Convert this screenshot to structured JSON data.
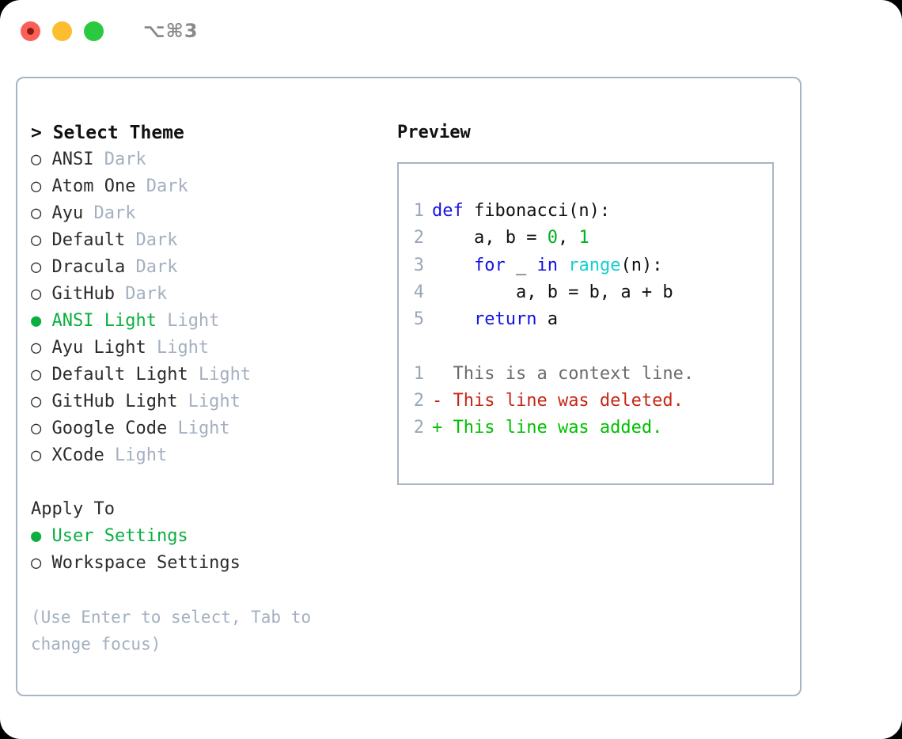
{
  "window": {
    "traffic_lights": [
      "close",
      "minimize",
      "maximize"
    ],
    "shortcut": "⌥⌘3"
  },
  "colors": {
    "accent_green": "#0aaf3f",
    "muted": "#a4b0c0",
    "border": "#a9b4c4",
    "keyword_blue": "#1414e0",
    "builtin_cyan": "#15cfcf",
    "number_green": "#00b020",
    "diff_delete_red": "#c72716",
    "diff_add_green": "#00c000",
    "context_gray": "#6b6b6b"
  },
  "theme_selector": {
    "heading": "> Select Theme",
    "options": [
      {
        "marker": "○",
        "name": "ANSI",
        "category": "Dark",
        "selected": false
      },
      {
        "marker": "○",
        "name": "Atom One",
        "category": "Dark",
        "selected": false
      },
      {
        "marker": "○",
        "name": "Ayu",
        "category": "Dark",
        "selected": false
      },
      {
        "marker": "○",
        "name": "Default",
        "category": "Dark",
        "selected": false
      },
      {
        "marker": "○",
        "name": "Dracula",
        "category": "Dark",
        "selected": false
      },
      {
        "marker": "○",
        "name": "GitHub",
        "category": "Dark",
        "selected": false
      },
      {
        "marker": "●",
        "name": "ANSI Light",
        "category": "Light",
        "selected": true
      },
      {
        "marker": "○",
        "name": "Ayu Light",
        "category": "Light",
        "selected": false
      },
      {
        "marker": "○",
        "name": "Default Light",
        "category": "Light",
        "selected": false
      },
      {
        "marker": "○",
        "name": "GitHub Light",
        "category": "Light",
        "selected": false
      },
      {
        "marker": "○",
        "name": "Google Code",
        "category": "Light",
        "selected": false
      },
      {
        "marker": "○",
        "name": "XCode",
        "category": "Light",
        "selected": false
      }
    ]
  },
  "apply_to": {
    "heading": "Apply To",
    "options": [
      {
        "marker": "●",
        "label": "User Settings",
        "selected": true
      },
      {
        "marker": "○",
        "label": "Workspace Settings",
        "selected": false
      }
    ]
  },
  "hint": "(Use Enter to select, Tab to change focus)",
  "preview": {
    "label": "Preview",
    "code_lines": [
      {
        "number": "1",
        "tokens": [
          {
            "t": "def ",
            "c": "kw"
          },
          {
            "t": "fibonacci(n):",
            "c": "plain"
          }
        ]
      },
      {
        "number": "2",
        "tokens": [
          {
            "t": "    a, b = ",
            "c": "plain"
          },
          {
            "t": "0",
            "c": "num"
          },
          {
            "t": ", ",
            "c": "plain"
          },
          {
            "t": "1",
            "c": "num"
          }
        ]
      },
      {
        "number": "3",
        "tokens": [
          {
            "t": "    ",
            "c": "plain"
          },
          {
            "t": "for",
            "c": "kw"
          },
          {
            "t": " _ ",
            "c": "plain"
          },
          {
            "t": "in",
            "c": "kw"
          },
          {
            "t": " ",
            "c": "plain"
          },
          {
            "t": "range",
            "c": "fn"
          },
          {
            "t": "(n):",
            "c": "plain"
          }
        ]
      },
      {
        "number": "4",
        "tokens": [
          {
            "t": "        a, b = b, a + b",
            "c": "plain"
          }
        ]
      },
      {
        "number": "5",
        "tokens": [
          {
            "t": "    ",
            "c": "plain"
          },
          {
            "t": "return",
            "c": "kw"
          },
          {
            "t": " a",
            "c": "plain"
          }
        ]
      }
    ],
    "diff_lines": [
      {
        "number": "1",
        "sign": " ",
        "text": " This is a context line.",
        "kind": "ctx"
      },
      {
        "number": "2",
        "sign": "-",
        "text": " This line was deleted.",
        "kind": "del"
      },
      {
        "number": "2",
        "sign": "+",
        "text": " This line was added.",
        "kind": "add"
      }
    ]
  }
}
